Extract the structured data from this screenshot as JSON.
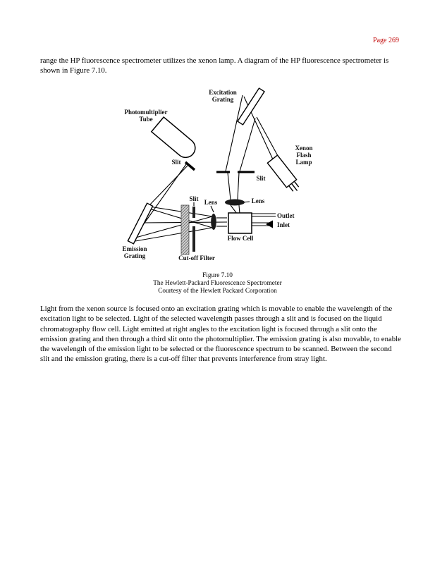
{
  "page": {
    "page_number": "Page 269",
    "intro_paragraph": "range the HP fluorescence spectrometer utilizes the xenon lamp. A diagram of the HP fluorescence spectrometer is shown in Figure 7.10.",
    "body_paragraph": "Light from the xenon source is focused onto an excitation grating which is movable to enable the wavelength of the excitation light to be selected. Light of the selected wavelength passes through a slit and is focused on the liquid chromatography flow cell. Light emitted at right angles to the excitation light is focused through a slit onto the emission grating and then through a third slit onto the photomultiplier. The emission grating is also movable, to enable the wavelength of the emission light to be selected or the fluorescence spectrum to be scanned. Between the second slit and the emission grating, there is a cut-off filter that prevents interference from stray light."
  },
  "caption": {
    "figure_number": "Figure 7.10",
    "title": "The Hewlett-Packard Fluorescence Spectrometer",
    "credit": "Courtesy of the Hewlett Packard Corporation"
  },
  "diagram": {
    "labels": {
      "excitation_grating_line1": "Excitation",
      "excitation_grating_line2": "Grating",
      "photomultiplier_line1": "Photomultiplier",
      "photomultiplier_line2": "Tube",
      "pm_slit": "Slit",
      "xenon_line1": "Xenon",
      "xenon_line2": "Flash",
      "xenon_line3": "Lamp",
      "excitation_slit": "Slit",
      "excitation_lens": "Lens",
      "emission_slit": "Slit",
      "emission_lens": "Lens",
      "outlet": "Outlet",
      "inlet": "Inlet",
      "flow_cell": "Flow Cell",
      "emission_grating_line1": "Emission",
      "emission_grating_line2": "Grating",
      "cutoff_filter": "Cut-off Filter"
    }
  },
  "colors": {
    "page_number_red": "#c00000",
    "ink": "#111111",
    "page_background": "#ffffff"
  }
}
